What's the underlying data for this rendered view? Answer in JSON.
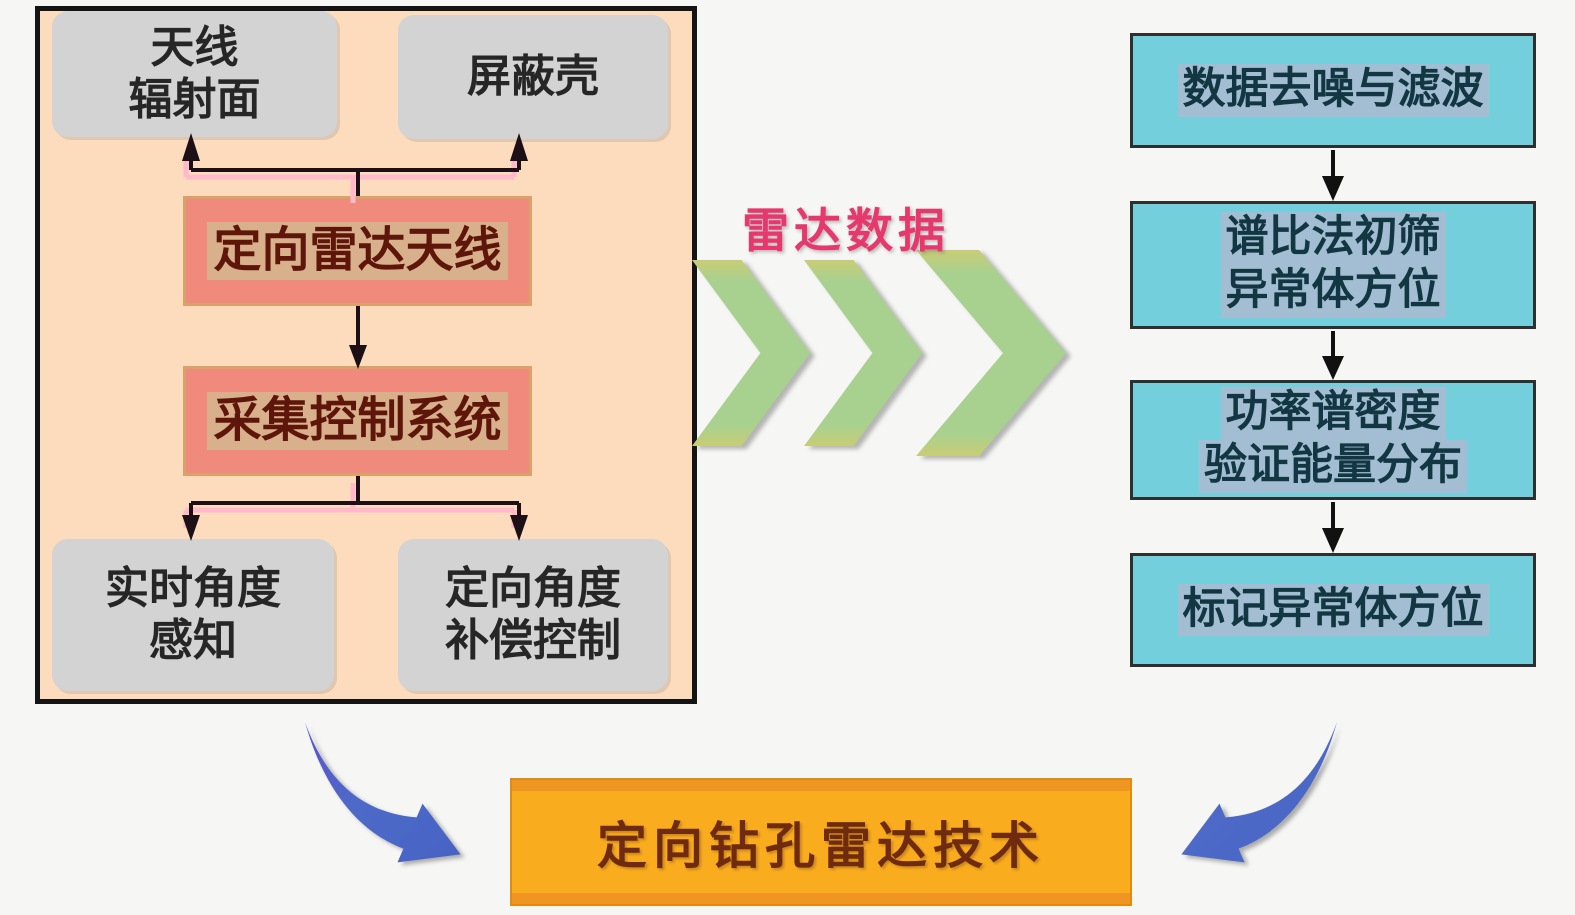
{
  "colors": {
    "page_bg": "#f6f6f5",
    "panel_bg": "#fcdcbd",
    "panel_border": "#141414",
    "gray_box_bg": "#d3d3d3",
    "red_box_bg": "#ef8a7d",
    "red_box_text": "#5e150a",
    "cyan_box_bg": "#74cfdd",
    "cyan_box_text": "#123642",
    "orange_box_bg": "#f9ac1e",
    "orange_box_text": "#6f2b10",
    "flow_label_color": "#e6386d",
    "chevron_green": "#a8d18f",
    "curved_arrow_blue": "#4e6ac8",
    "connector_color": "#1c1016"
  },
  "left_panel": {
    "antenna_radiating_surface": {
      "line1": "天线",
      "line2": "辐射面"
    },
    "shield_shell": {
      "line1": "屏蔽壳"
    },
    "directional_radar_antenna": {
      "label": "定向雷达天线"
    },
    "acquisition_control_system": {
      "label": "采集控制系统"
    },
    "realtime_angle_sensing": {
      "line1": "实时角度",
      "line2": "感知"
    },
    "directional_angle_compensation": {
      "line1": "定向角度",
      "line2": "补偿控制"
    }
  },
  "data_flow": {
    "label": "雷达数据"
  },
  "right_panel": {
    "steps": [
      {
        "line1": "数据去噪与滤波"
      },
      {
        "line1": "谱比法初筛",
        "line2": "异常体方位"
      },
      {
        "line1": "功率谱密度",
        "line2": "验证能量分布"
      },
      {
        "line1": "标记异常体方位"
      }
    ]
  },
  "result_box": {
    "label": "定向钻孔雷达技术"
  }
}
